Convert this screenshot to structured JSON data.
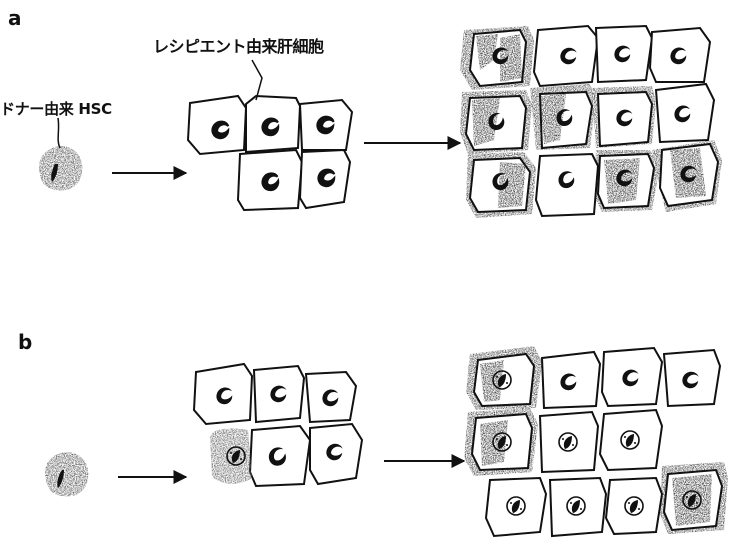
{
  "panels": {
    "a": {
      "label": "a",
      "recipient_label": "レシピエント由来肝細胞",
      "donor_label": "ドナー由来 HSC"
    },
    "b": {
      "label": "b"
    }
  },
  "colors": {
    "ink": "#111111",
    "paper": "#ffffff",
    "shade": "#222222"
  }
}
